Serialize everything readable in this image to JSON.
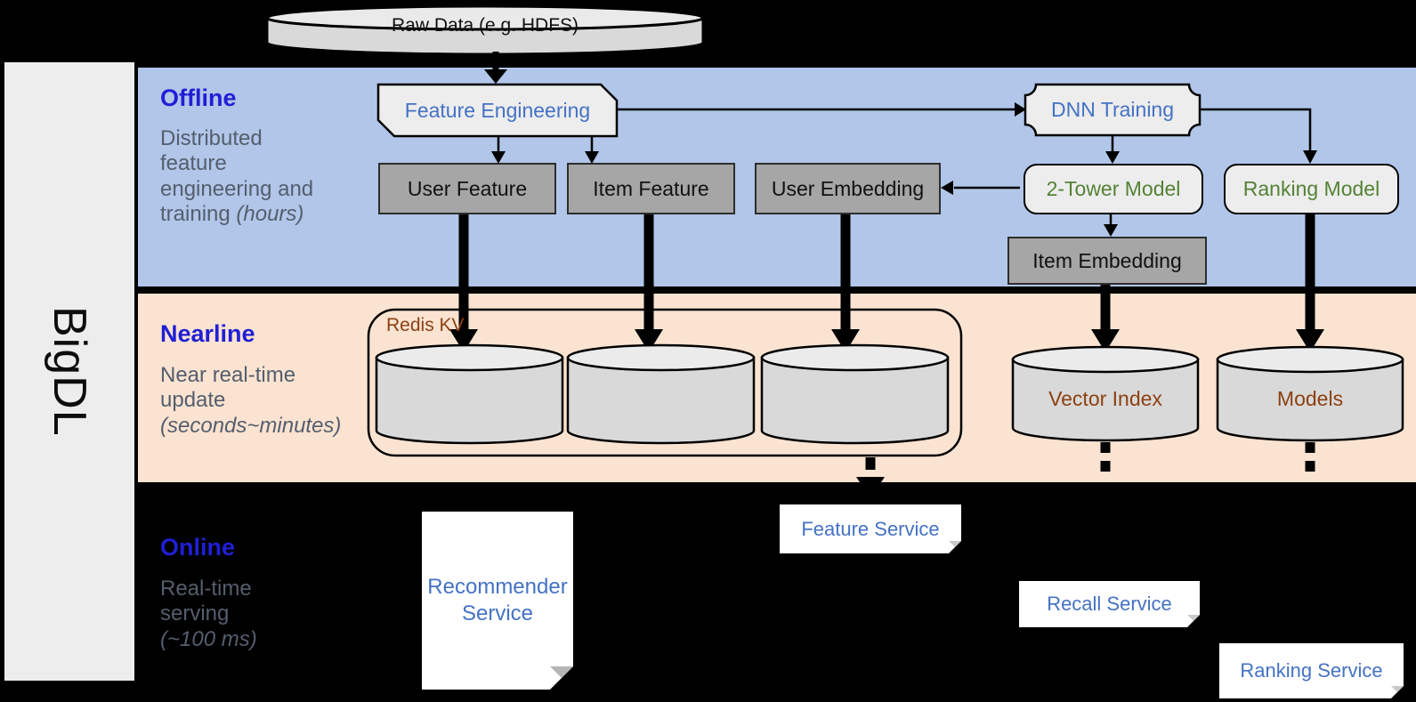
{
  "brand": "BigDL",
  "raw_data_label": "Raw Data (e.g. HDFS)",
  "sections": {
    "offline": {
      "title": "Offline",
      "description": "Distributed feature engineering and training",
      "description_italic": "(hours)"
    },
    "nearline": {
      "title": "Nearline",
      "description": "Near real-time update",
      "description_italic": "(seconds~minutes)"
    },
    "online": {
      "title": "Online",
      "description": "Real-time serving",
      "description_italic": "(~100 ms)"
    }
  },
  "nodes": {
    "feature_engineering": "Feature Engineering",
    "dnn_training": "DNN Training",
    "user_feature": "User Feature",
    "item_feature": "Item Feature",
    "user_embedding": "User Embedding",
    "two_tower_model": "2-Tower Model",
    "ranking_model": "Ranking Model",
    "item_embedding": "Item Embedding",
    "redis_kv": "Redis KV",
    "vector_index": "Vector Index",
    "models": "Models",
    "recommender_service": "Recommender Service",
    "feature_service": "Feature Service",
    "recall_service": "Recall Service",
    "ranking_service": "Ranking Service"
  },
  "colors": {
    "offline_band": "#b1c6e8",
    "nearline_band": "#fbe3d1",
    "background": "#000000",
    "section_title_blue": "#1f1fd6",
    "section_desc_gray": "#545e6e",
    "node_blue_text": "#4472c4",
    "node_green_text": "#548235",
    "store_brown_text": "#8c4112",
    "gray_node_fill": "#a6a6a6",
    "light_node_fill": "#ededed",
    "cylinder_fill": "#d9d9d9",
    "service_fill": "#ffffff"
  }
}
